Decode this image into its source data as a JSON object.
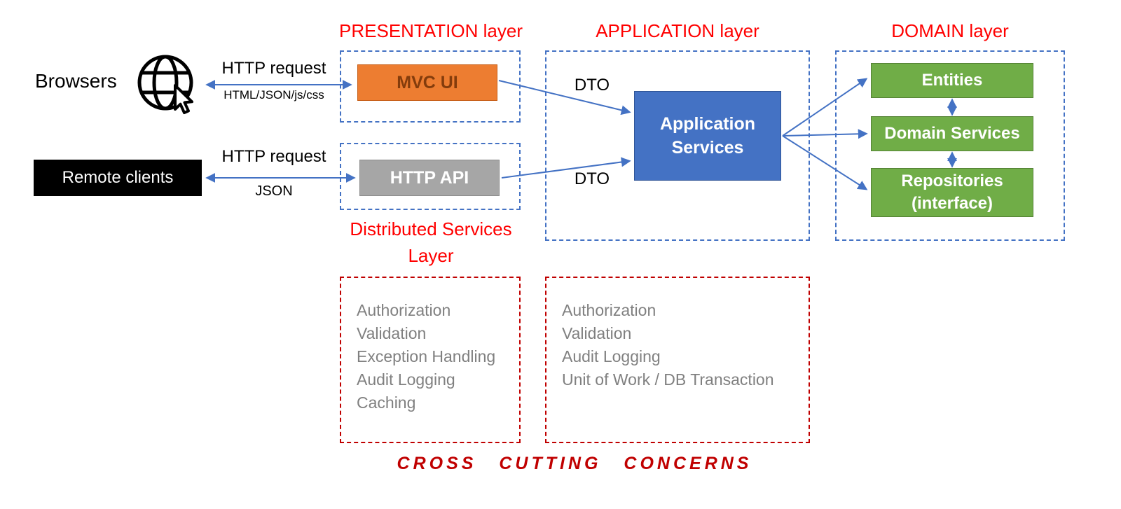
{
  "layers": {
    "presentation_title": "PRESENTATION layer",
    "application_title": "APPLICATION layer",
    "domain_title": "DOMAIN layer",
    "distributed_title": "Distributed Services\nLayer"
  },
  "clients": {
    "browsers": "Browsers",
    "remote": "Remote clients"
  },
  "edges": {
    "browser_request": "HTTP request",
    "browser_payload": "HTML/JSON/js/css",
    "remote_request": "HTTP request",
    "remote_payload": "JSON",
    "dto_top": "DTO",
    "dto_bottom": "DTO"
  },
  "nodes": {
    "mvc_ui": "MVC UI",
    "http_api": "HTTP API",
    "application_services": "Application Services",
    "entities": "Entities",
    "domain_services": "Domain Services",
    "repositories": "Repositories\n(interface)"
  },
  "cross_cutting": {
    "title": "CROSS CUTTING CONCERNS",
    "left_items": [
      "Authorization",
      "Validation",
      "Exception Handling",
      "Audit Logging",
      "Caching"
    ],
    "right_items": [
      "Authorization",
      "Validation",
      "Audit Logging",
      "Unit of Work / DB Transaction"
    ]
  },
  "colors": {
    "layer_title_red": "#FF0000",
    "cross_cutting_red": "#C00000",
    "dashed_blue": "#4472C4",
    "arrow_blue": "#4472C4",
    "orange_box": "#ED7D31",
    "orange_box_text": "#843C0C",
    "gray_box": "#A6A6A6",
    "blue_box": "#4472C4",
    "green_box": "#70AD47",
    "muted_text": "#808080",
    "remote_clients_bg": "#000000"
  }
}
